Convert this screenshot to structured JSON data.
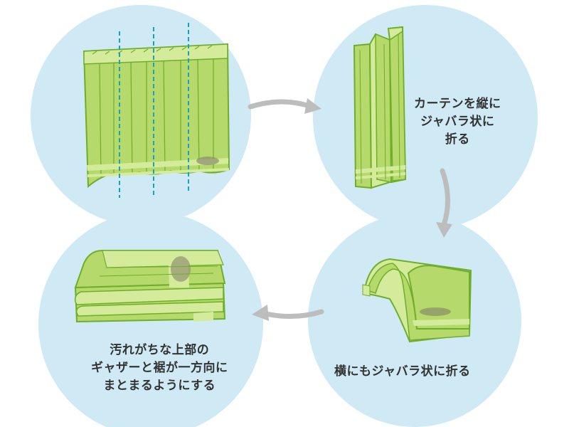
{
  "colors": {
    "circle_bg": "#cfe9f5",
    "curtain_fill": "#b5d96a",
    "curtain_light": "#d4eb9c",
    "curtain_stroke": "#6fae2a",
    "fold_line": "#1d9fc0",
    "arrow": "#bdbdbd",
    "stain": "#8c8c6e"
  },
  "steps": [
    {
      "icon": "curtain-with-fold-lines-icon",
      "lines": []
    },
    {
      "icon": "accordion-folded-curtain-icon",
      "lines": [
        "カーテンを縦に",
        "ジャバラ状に",
        "折る"
      ]
    },
    {
      "icon": "horizontal-accordion-fold-icon",
      "lines": [
        "横にもジャバラ状に折る"
      ]
    },
    {
      "icon": "stacked-folded-curtain-icon",
      "lines": [
        "汚れがちな上部の",
        "ギャザーと裾が一方向に",
        "まとまるようにする"
      ]
    }
  ]
}
